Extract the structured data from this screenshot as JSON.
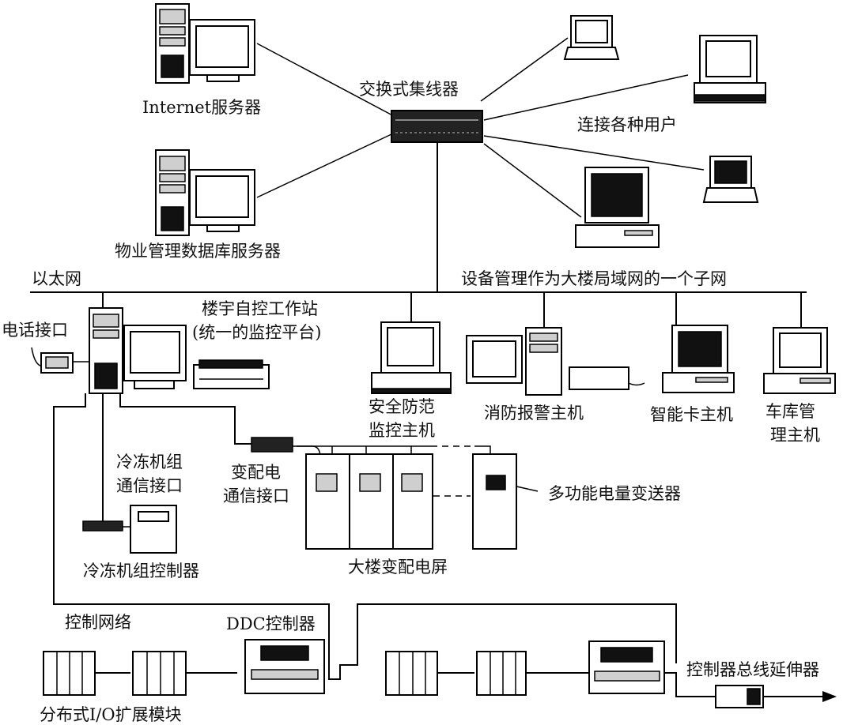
{
  "labels": {
    "internet_server": "Internet服务器",
    "switch_hub": "交换式集线器",
    "connect_users": "连接各种用户",
    "property_db_server": "物业管理数据库服务器",
    "ethernet": "以太网",
    "subnet_note": "设备管理作为大楼局域网的一个子网",
    "workstation_line1": "楼宇自控工作站",
    "workstation_line2": "(统一的监控平台)",
    "phone_interface": "电话接口",
    "security_line1": "安全防范",
    "security_line2": "监控主机",
    "fire_alarm": "消防报警主机",
    "smart_card": "智能卡主机",
    "garage_line1": "车库管",
    "garage_line2": "理主机",
    "chiller_comm_line1": "冷冻机组",
    "chiller_comm_line2": "通信接口",
    "substation_comm_line1": "变配电",
    "substation_comm_line2": "通信接口",
    "power_transmitter": "多功能电量变送器",
    "chiller_controller": "冷冻机组控制器",
    "substation_panel": "大楼变配电屏",
    "control_network": "控制网络",
    "ddc_controller": "DDC控制器",
    "bus_extender": "控制器总线延伸器",
    "io_module": "分布式I/O扩展模块"
  },
  "icons": {
    "server_tower": "server-tower-icon",
    "crt_monitor": "crt-monitor-icon",
    "laptop": "laptop-icon",
    "desktop_pc": "desktop-pc-icon",
    "printer": "printer-icon",
    "network_switch": "network-switch-icon",
    "modem": "modem-icon",
    "power_cabinet": "power-cabinet-icon",
    "io_rack": "io-rack-icon",
    "ddc_controller": "ddc-controller-icon",
    "bus_extender": "bus-extender-icon"
  }
}
